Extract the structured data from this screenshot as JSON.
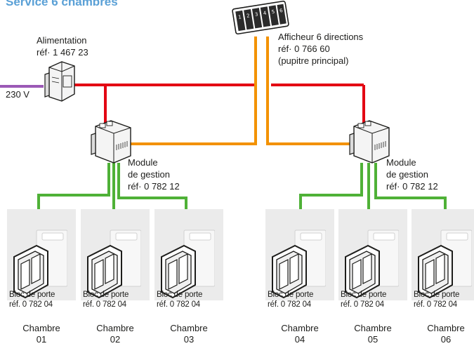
{
  "title": "Service 6 chambres",
  "supply": {
    "name": "Alimentation",
    "ref": "réf· 1 467 23",
    "voltage": "230 V"
  },
  "display": {
    "name": "Afficheur 6 directions",
    "ref": "réf· 0 766 60",
    "note": "(pupitre principal)",
    "keys": [
      "1",
      "2",
      "3",
      "4",
      "5",
      "6"
    ]
  },
  "modules": [
    {
      "line1": "Module",
      "line2": "de gestion",
      "ref": "réf· 0 782 12"
    },
    {
      "line1": "Module",
      "line2": "de gestion",
      "ref": "réf· 0 782 12"
    }
  ],
  "rooms": [
    {
      "bloc": "Bloc de porte",
      "ref": "réf. 0 782 04",
      "label": "Chambre",
      "number": "01"
    },
    {
      "bloc": "Bloc de porte",
      "ref": "réf. 0 782 04",
      "label": "Chambre",
      "number": "02"
    },
    {
      "bloc": "Bloc de porte",
      "ref": "réf. 0 782 04",
      "label": "Chambre",
      "number": "03"
    },
    {
      "bloc": "Bloc de porte",
      "ref": "réf. 0 782 04",
      "label": "Chambre",
      "number": "04"
    },
    {
      "bloc": "Bloc de porte",
      "ref": "réf. 0 782 04",
      "label": "Chambre",
      "number": "05"
    },
    {
      "bloc": "Bloc de porte",
      "ref": "réf. 0 782 04",
      "label": "Chambre",
      "number": "06"
    }
  ],
  "colors": {
    "power": "#e30613",
    "bus": "#f39200",
    "rooms": "#4fb137",
    "mains": "#9b59b6",
    "title": "#5aa0d6"
  }
}
